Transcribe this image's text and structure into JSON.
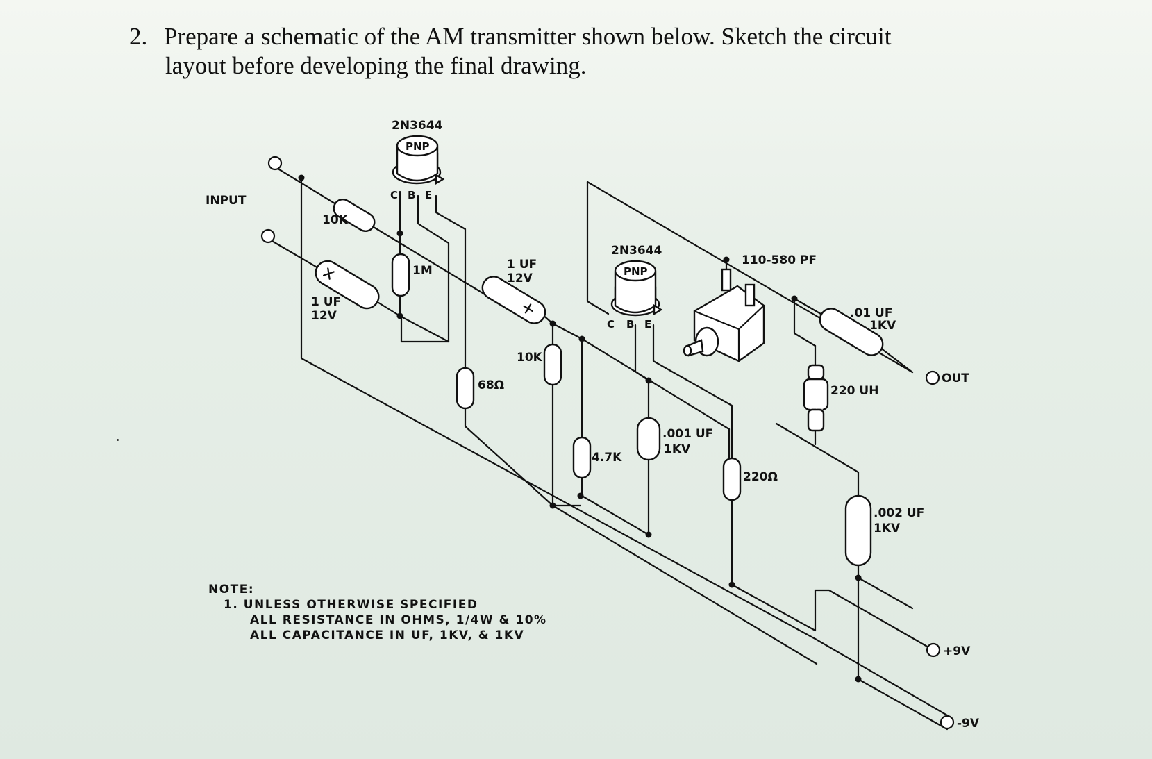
{
  "question": {
    "number": "2.",
    "line1": "Prepare a schematic of the AM transmitter shown below. Sketch the circuit",
    "line2": "layout before developing the final drawing."
  },
  "labels": {
    "input": "INPUT",
    "r_10k_a": "10K",
    "c_1uf_a": "1 UF",
    "c_1uf_a_v": "12V",
    "r_1m": "1M",
    "q1_part": "2N3644",
    "q1_type": "PNP",
    "q1_c": "C",
    "q1_b": "B",
    "q1_e": "E",
    "c_1uf_b": "1 UF",
    "c_1uf_b_v": "12V",
    "r_68": "68Ω",
    "r_10k_b": "10K",
    "r_4k7": "4.7K",
    "q2_part": "2N3644",
    "q2_type": "PNP",
    "q2_c": "C",
    "q2_b": "B",
    "q2_e": "E",
    "c_001": ".001 UF",
    "c_001_v": "1KV",
    "var_cap": "110-580 PF",
    "r_220": "220Ω",
    "c_01": ".01 UF",
    "c_01_v": "1KV",
    "out": "OUT",
    "l_220uh": "220 UH",
    "c_002": ".002 UF",
    "c_002_v": "1KV",
    "plus9": "+9V",
    "minus9": "-9V"
  },
  "note": {
    "title": "NOTE:",
    "line1": "1.   UNLESS    OTHERWISE   SPECIFIED",
    "line2": "ALL RESISTANCE IN OHMS, 1/4W & 10%",
    "line3": "ALL CAPACITANCE IN UF, 1KV, & 1KV"
  }
}
